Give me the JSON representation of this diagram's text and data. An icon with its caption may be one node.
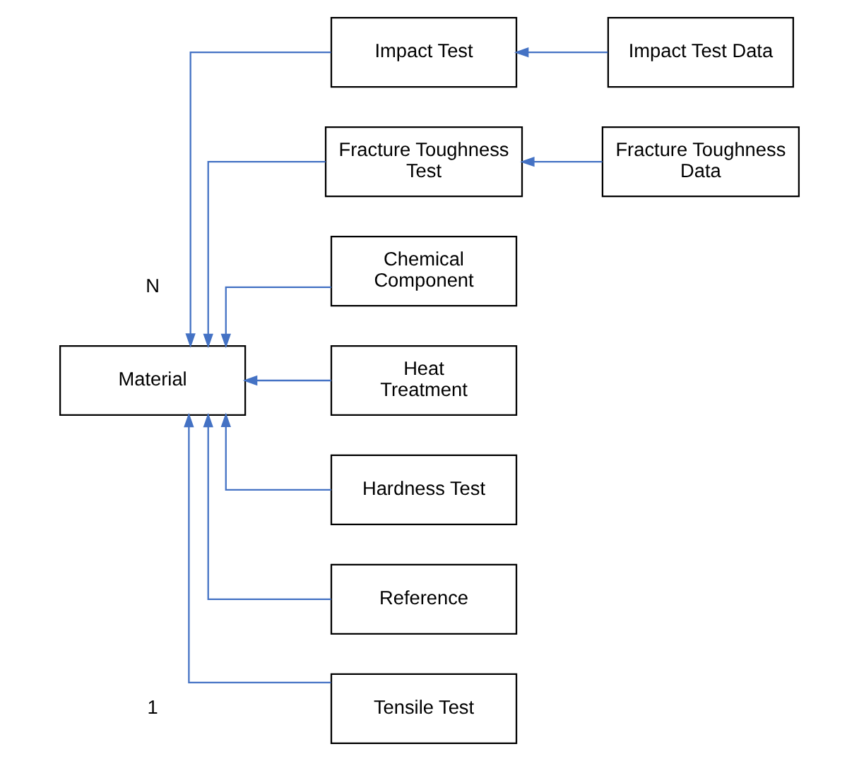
{
  "diagram": {
    "nodes": [
      {
        "text": [
          "Material"
        ]
      },
      {
        "text": [
          "Impact Test"
        ]
      },
      {
        "text": [
          "Impact Test Data"
        ]
      },
      {
        "text": [
          "Fracture Toughness Test"
        ]
      },
      {
        "text": [
          "Fracture Toughness Data"
        ]
      },
      {
        "text": [
          "Chemical Component"
        ]
      },
      {
        "text": [
          "Heat Treatment"
        ]
      },
      {
        "text": [
          "Hardness Test"
        ]
      },
      {
        "text": [
          "Tensile Test"
        ]
      },
      {
        "text": [
          "Reference"
        ]
      }
    ],
    "edges": [
      {
        "from": 1,
        "to": 0,
        "arrow": "to"
      },
      {
        "from": 2,
        "to": 1,
        "arrow": "to"
      },
      {
        "from": 3,
        "to": 0,
        "arrow": "to"
      },
      {
        "from": 4,
        "to": 3,
        "arrow": "to"
      },
      {
        "from": 5,
        "to": 0,
        "arrow": "to"
      },
      {
        "from": 6,
        "to": 0,
        "arrow": "to"
      },
      {
        "from": 7,
        "to": 0,
        "arrow": "to"
      },
      {
        "from": 8,
        "to": 0,
        "arrow": "to"
      },
      {
        "from": 9,
        "to": 0,
        "arrow": "to"
      }
    ],
    "labels": [
      "1",
      "N"
    ]
  }
}
